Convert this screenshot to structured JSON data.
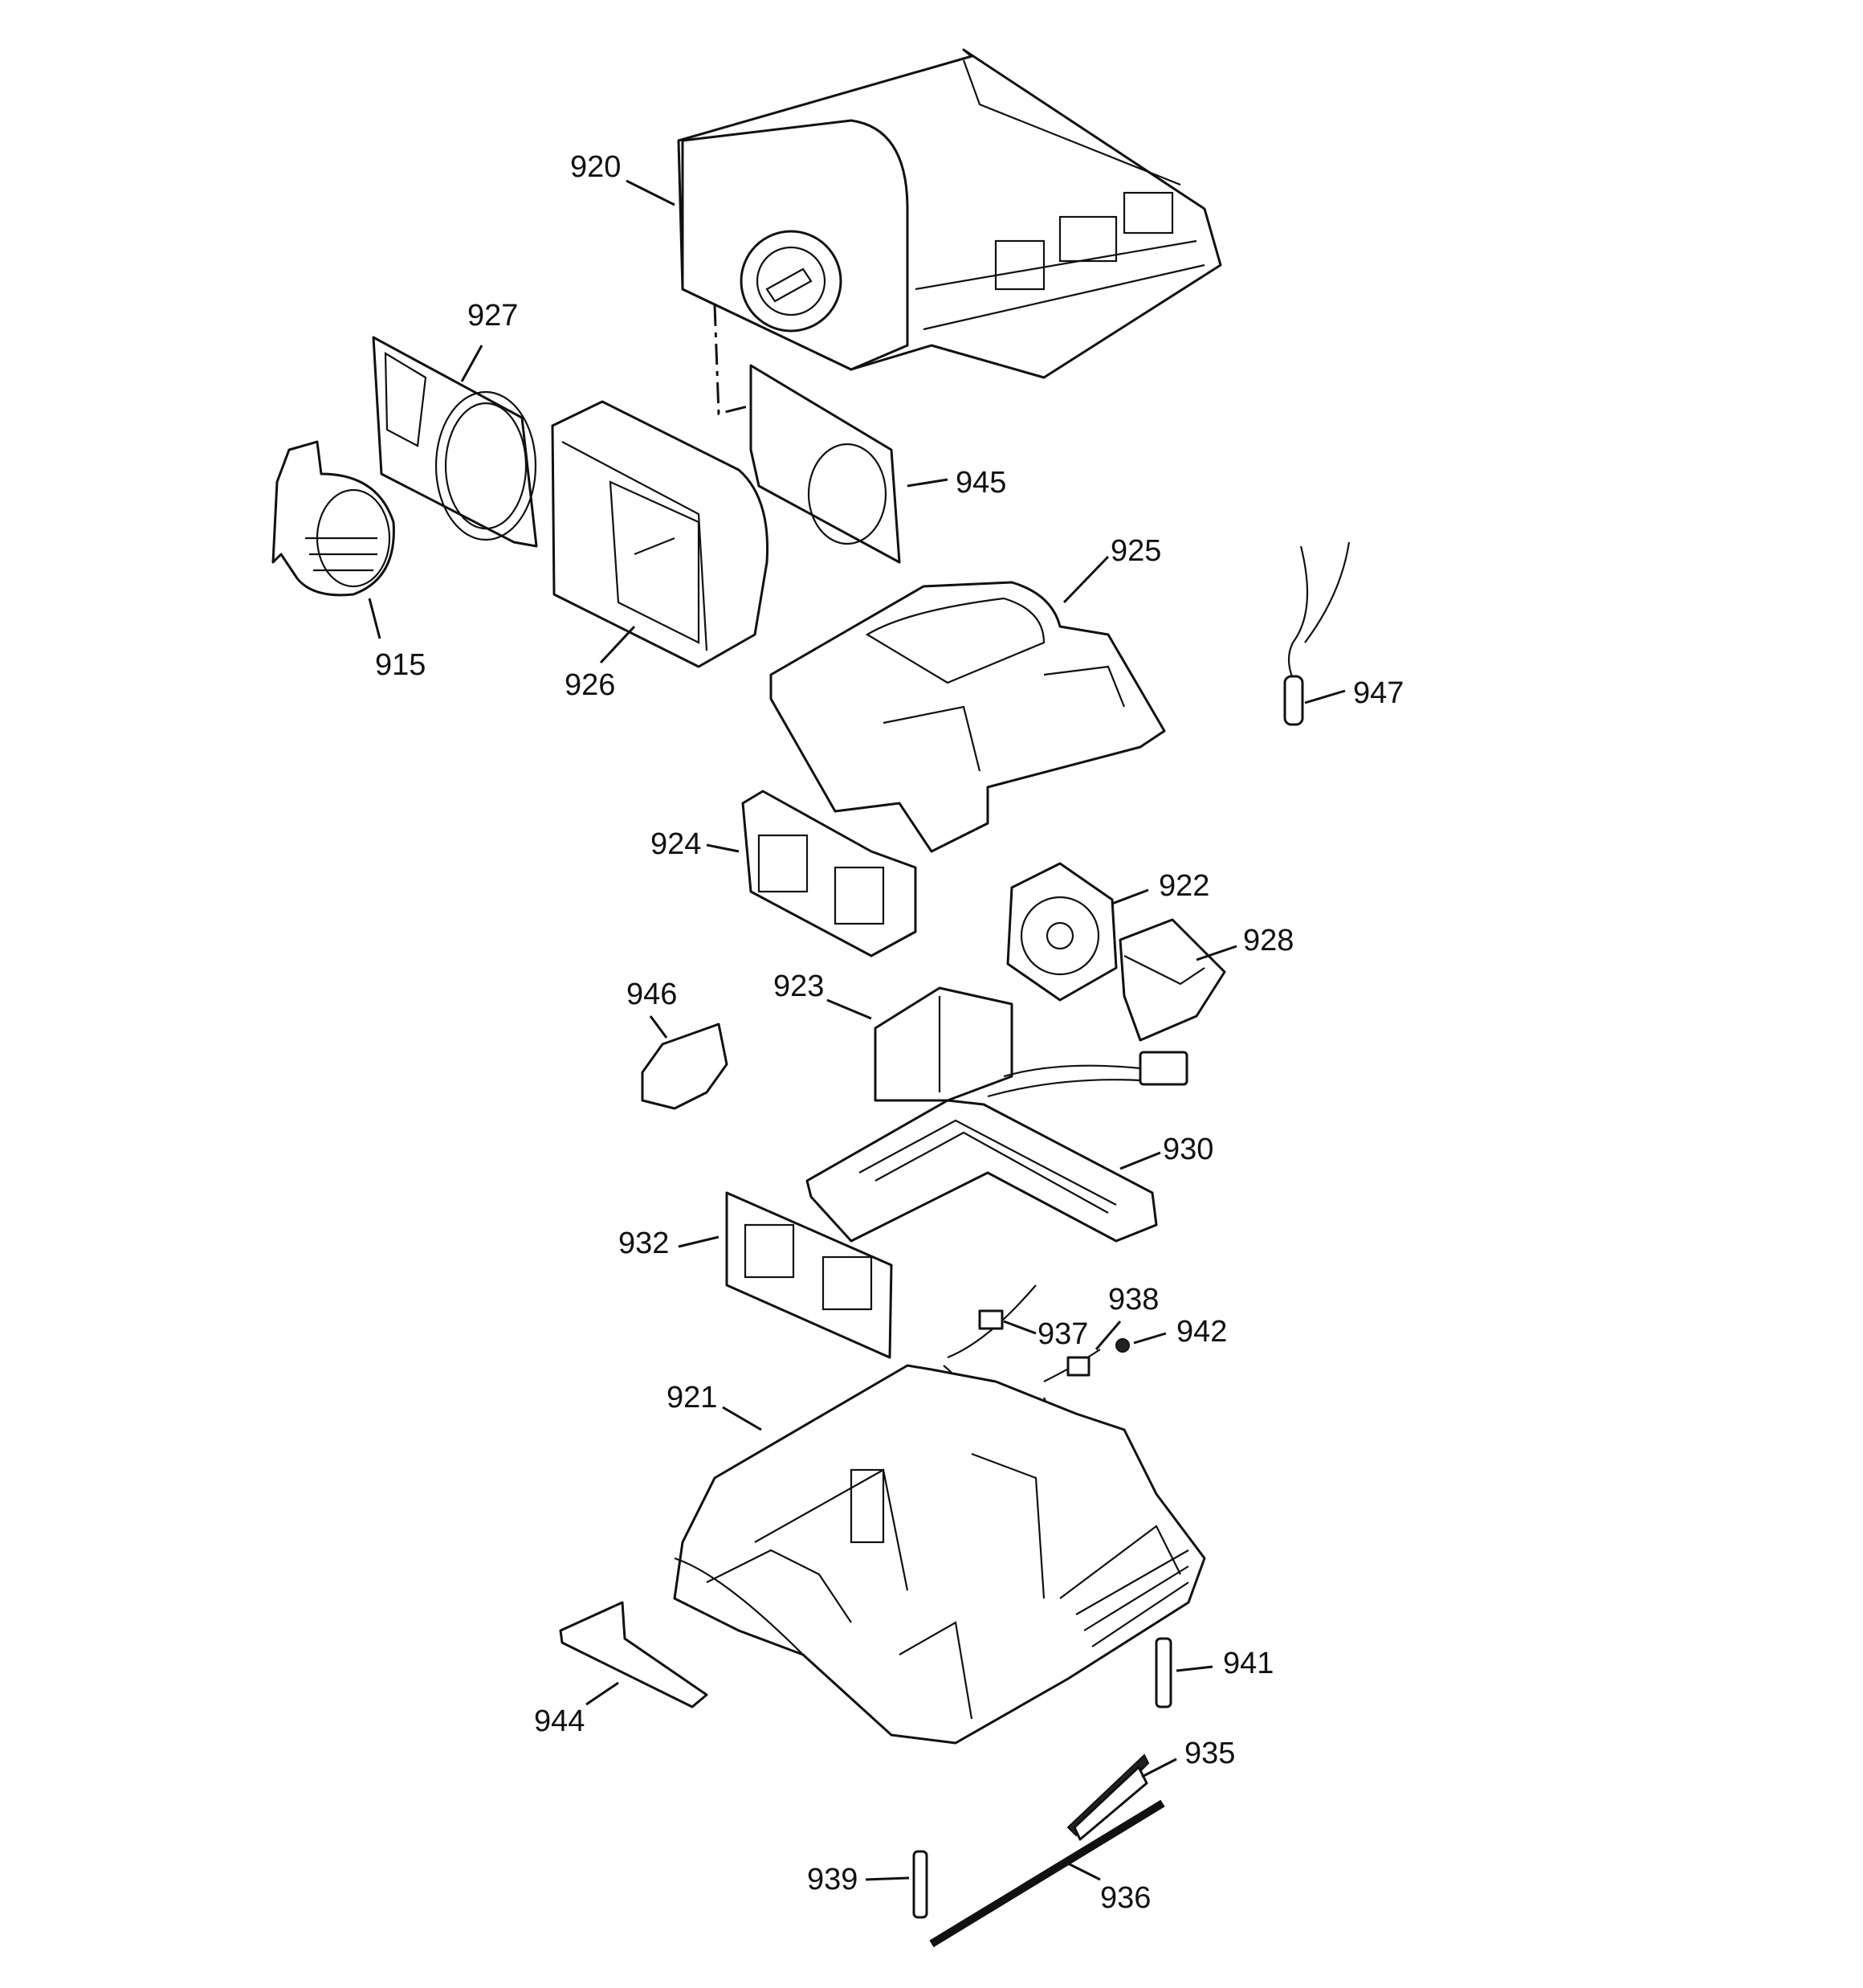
{
  "callouts": {
    "p915": "915",
    "p920": "920",
    "p921": "921",
    "p922": "922",
    "p923": "923",
    "p924": "924",
    "p925": "925",
    "p926": "926",
    "p927": "927",
    "p928": "928",
    "p930": "930",
    "p932": "932",
    "p935": "935",
    "p936": "936",
    "p937": "937",
    "p938": "938",
    "p939": "939",
    "p941": "941",
    "p942": "942",
    "p944": "944",
    "p945": "945",
    "p946": "946",
    "p947": "947"
  }
}
